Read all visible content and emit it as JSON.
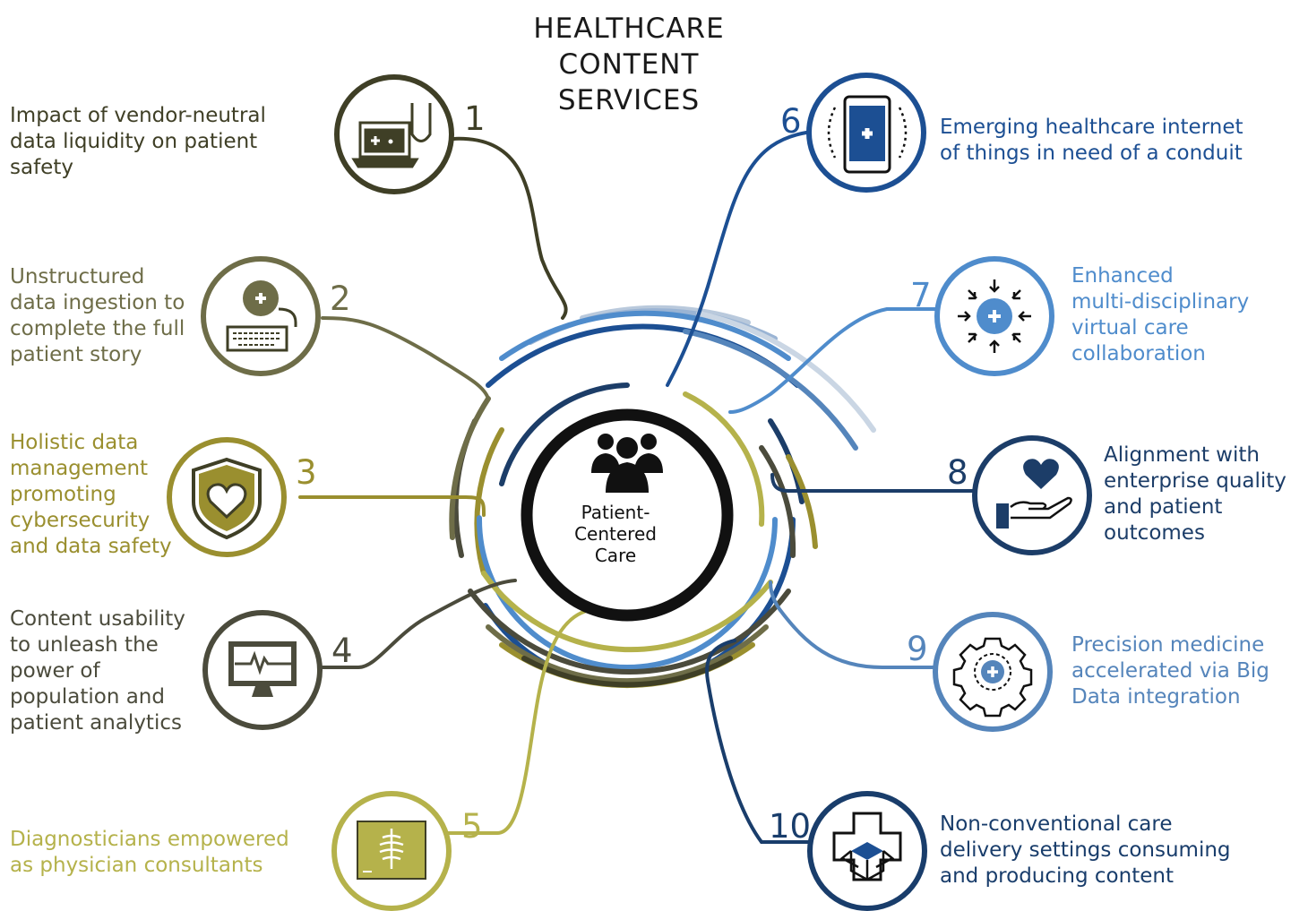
{
  "title_lines": [
    "HEALTHCARE",
    "CONTENT",
    "SERVICES"
  ],
  "center": {
    "label": "Patient-\nCentered\nCare",
    "icon": "people-group-icon"
  },
  "colors": {
    "olive_dark": "#3f3f26",
    "olive_mid": "#6e6d48",
    "olive_gold": "#9a8f2f",
    "gray_dark": "#4b4b3c",
    "yellow_olive": "#b5b24b",
    "blue_dark": "#1c4f93",
    "blue_light": "#4f8ccc",
    "navy": "#1c3d68",
    "steel_blue": "#5585bb",
    "navy_deep": "#193d6b"
  },
  "items": [
    {
      "number": "1",
      "label": "Impact of vendor-neutral\ndata liquidity on patient\nsafety",
      "icon": "laptop-stethoscope-icon"
    },
    {
      "number": "2",
      "label": "Unstructured\ndata ingestion to\ncomplete the full\npatient story",
      "icon": "keyboard-plus-icon"
    },
    {
      "number": "3",
      "label": "Holistic data\nmanagement\npromoting\ncybersecurity\nand data safety",
      "icon": "shield-heart-icon"
    },
    {
      "number": "4",
      "label": "Content usability\nto unleash the\npower of\npopulation and\npatient analytics",
      "icon": "monitor-heartbeat-icon"
    },
    {
      "number": "5",
      "label": "Diagnosticians empowered\nas physician consultants",
      "icon": "xray-icon"
    },
    {
      "number": "6",
      "label": "Emerging healthcare internet\nof things in need of a conduit",
      "icon": "smartphone-plus-icon"
    },
    {
      "number": "7",
      "label": "Enhanced\nmulti-disciplinary\nvirtual care\ncollaboration",
      "icon": "converging-arrows-icon"
    },
    {
      "number": "8",
      "label": "Alignment with\nenterprise quality\nand patient\noutcomes",
      "icon": "hand-heart-icon"
    },
    {
      "number": "9",
      "label": "Precision medicine\naccelerated via Big\nData integration",
      "icon": "gear-plus-icon"
    },
    {
      "number": "10",
      "label": "Non-conventional care\ndelivery settings consuming\nand producing content",
      "icon": "cross-box-icon"
    }
  ]
}
